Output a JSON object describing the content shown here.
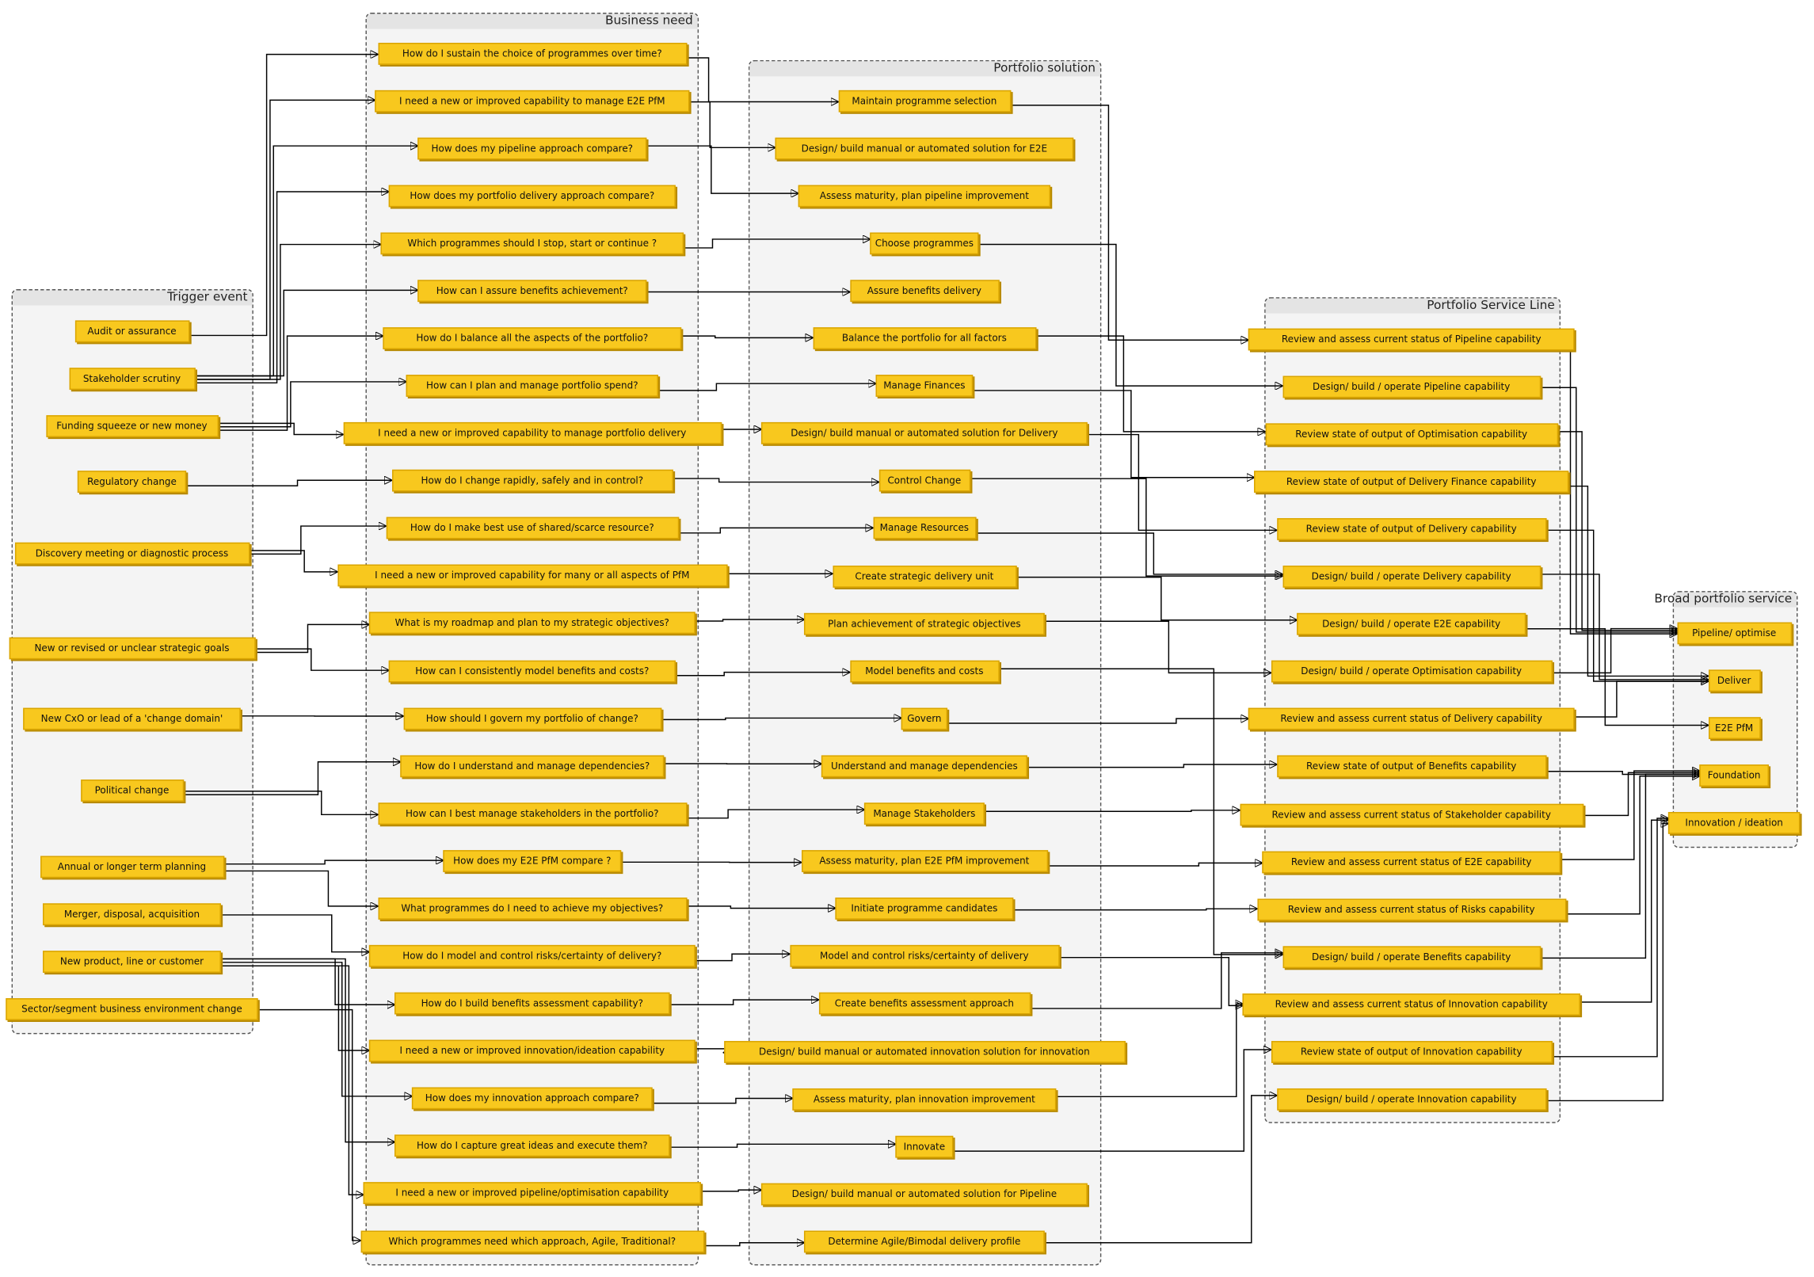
{
  "lanes": {
    "trigger": "Trigger event",
    "need": "Business need",
    "solution": "Portfolio solution",
    "service_line": "Portfolio Service Line",
    "broad": "Broad portfolio service"
  },
  "trigger": [
    "Audit or assurance",
    "Stakeholder scrutiny",
    "Funding squeeze or new money",
    "Regulatory change",
    "Discovery meeting or diagnostic process",
    "New or revised or unclear strategic goals",
    "New CxO or lead of a 'change domain'",
    "Political change",
    "Annual or longer term planning",
    "Merger, disposal, acquisition",
    "New product, line or customer",
    "Sector/segment business environment change"
  ],
  "need": [
    "How do I sustain the choice of programmes over time?",
    "I need a new or improved capability to manage E2E PfM",
    "How does my pipeline approach compare?",
    "How does my portfolio delivery approach compare?",
    "Which programmes should I stop, start or continue ?",
    "How can I assure benefits achievement?",
    "How do I balance all the aspects of the portfolio?",
    "How can I plan and manage portfolio spend?",
    "I need a new or improved capability to manage portfolio delivery",
    "How do I change rapidly, safely and in control?",
    "How do I make best use of shared/scarce resource?",
    "I need a new or improved capability for many or all aspects of PfM",
    "What is my roadmap and plan to my strategic objectives?",
    "How can I consistently model benefits and costs?",
    "How should I govern my portfolio of change?",
    "How do I understand and manage dependencies?",
    "How can I best manage stakeholders in the portfolio?",
    "How does my E2E PfM compare ?",
    "What programmes do I  need to achieve my objectives?",
    "How do I model and control risks/certainty of delivery?",
    "How do I build benefits assessment capability?",
    "I need a new or improved innovation/ideation capability",
    "How does my innovation approach compare?",
    "How do I capture great ideas and execute them?",
    "I need a new or improved pipeline/optimisation capability",
    "Which programmes need which approach, Agile,  Traditional?"
  ],
  "solution": [
    "Maintain programme selection",
    "Design/ build manual or automated solution for E2E",
    "Assess maturity, plan pipeline improvement",
    "Choose programmes",
    "Assure benefits delivery",
    "Balance the portfolio for all factors",
    "Manage Finances",
    "Design/ build manual or automated solution for Delivery",
    "Control Change",
    "Manage Resources",
    "Create strategic delivery unit",
    "Plan achievement of strategic objectives",
    "Model benefits and costs",
    "Govern",
    "Understand and manage dependencies",
    "Manage Stakeholders",
    "Assess maturity, plan E2E PfM improvement",
    "Initiate programme candidates",
    "Model and control risks/certainty of delivery",
    "Create benefits assessment approach",
    "Design/ build manual or automated innovation solution for innovation",
    "Assess maturity, plan innovation improvement",
    "Innovate",
    "Design/ build manual or automated solution for Pipeline",
    "Determine Agile/Bimodal delivery profile"
  ],
  "service_line": [
    "Review and assess current status of Pipeline capability",
    "Design/ build / operate Pipeline capability",
    "Review state of output of Optimisation capability",
    "Review state of output of Delivery Finance capability",
    "Review state of output of Delivery capability",
    "Design/ build / operate Delivery capability",
    "Design/ build / operate E2E capability",
    "Design/ build / operate Optimisation capability",
    "Review and assess current status of Delivery capability",
    "Review state of output of Benefits capability",
    "Review and assess current status of Stakeholder capability",
    "Review and assess current status of E2E capability",
    "Review and assess current status of Risks capability",
    "Design/ build / operate Benefits capability",
    "Review and assess current status of Innovation capability",
    "Review state of output of Innovation capability",
    "Design/ build / operate Innovation capability"
  ],
  "broad": [
    "Pipeline/ optimise",
    "Deliver",
    "E2E PfM",
    "Foundation",
    "Innovation / ideation"
  ],
  "links": {
    "trigger_to_need": [
      [
        0,
        0
      ],
      [
        1,
        1
      ],
      [
        1,
        2
      ],
      [
        1,
        3
      ],
      [
        1,
        4
      ],
      [
        1,
        5
      ],
      [
        2,
        6
      ],
      [
        2,
        7
      ],
      [
        2,
        8
      ],
      [
        3,
        9
      ],
      [
        4,
        10
      ],
      [
        4,
        11
      ],
      [
        5,
        12
      ],
      [
        5,
        13
      ],
      [
        6,
        14
      ],
      [
        7,
        15
      ],
      [
        7,
        16
      ],
      [
        8,
        17
      ],
      [
        8,
        18
      ],
      [
        9,
        19
      ],
      [
        10,
        20
      ],
      [
        10,
        21
      ],
      [
        10,
        22
      ],
      [
        10,
        23
      ],
      [
        10,
        24
      ],
      [
        11,
        25
      ]
    ],
    "need_to_solution": [
      [
        0,
        0
      ],
      [
        1,
        1
      ],
      [
        2,
        2
      ],
      [
        4,
        3
      ],
      [
        5,
        4
      ],
      [
        6,
        5
      ],
      [
        7,
        6
      ],
      [
        8,
        7
      ],
      [
        9,
        8
      ],
      [
        10,
        9
      ],
      [
        11,
        10
      ],
      [
        12,
        11
      ],
      [
        13,
        12
      ],
      [
        14,
        13
      ],
      [
        15,
        14
      ],
      [
        16,
        15
      ],
      [
        17,
        16
      ],
      [
        18,
        17
      ],
      [
        19,
        18
      ],
      [
        20,
        19
      ],
      [
        21,
        20
      ],
      [
        22,
        21
      ],
      [
        23,
        22
      ],
      [
        24,
        23
      ],
      [
        25,
        24
      ]
    ],
    "solution_to_service": [
      [
        0,
        0
      ],
      [
        3,
        1
      ],
      [
        5,
        2
      ],
      [
        6,
        3
      ],
      [
        7,
        4
      ],
      [
        8,
        5
      ],
      [
        9,
        5
      ],
      [
        10,
        6
      ],
      [
        11,
        7
      ],
      [
        13,
        8
      ],
      [
        14,
        9
      ],
      [
        15,
        10
      ],
      [
        16,
        11
      ],
      [
        17,
        12
      ],
      [
        12,
        13
      ],
      [
        19,
        13
      ],
      [
        18,
        14
      ],
      [
        21,
        14
      ],
      [
        22,
        15
      ],
      [
        24,
        16
      ]
    ],
    "service_to_broad": [
      [
        0,
        0
      ],
      [
        1,
        0
      ],
      [
        2,
        0
      ],
      [
        3,
        1
      ],
      [
        4,
        1
      ],
      [
        5,
        1
      ],
      [
        6,
        2
      ],
      [
        7,
        0
      ],
      [
        8,
        1
      ],
      [
        9,
        3
      ],
      [
        10,
        3
      ],
      [
        11,
        3
      ],
      [
        12,
        3
      ],
      [
        13,
        3
      ],
      [
        14,
        4
      ],
      [
        15,
        4
      ],
      [
        16,
        4
      ]
    ]
  },
  "colors": {
    "node_fill": "#f8c81e",
    "lane_fill": "#f4f4f4",
    "line": "#000000"
  }
}
